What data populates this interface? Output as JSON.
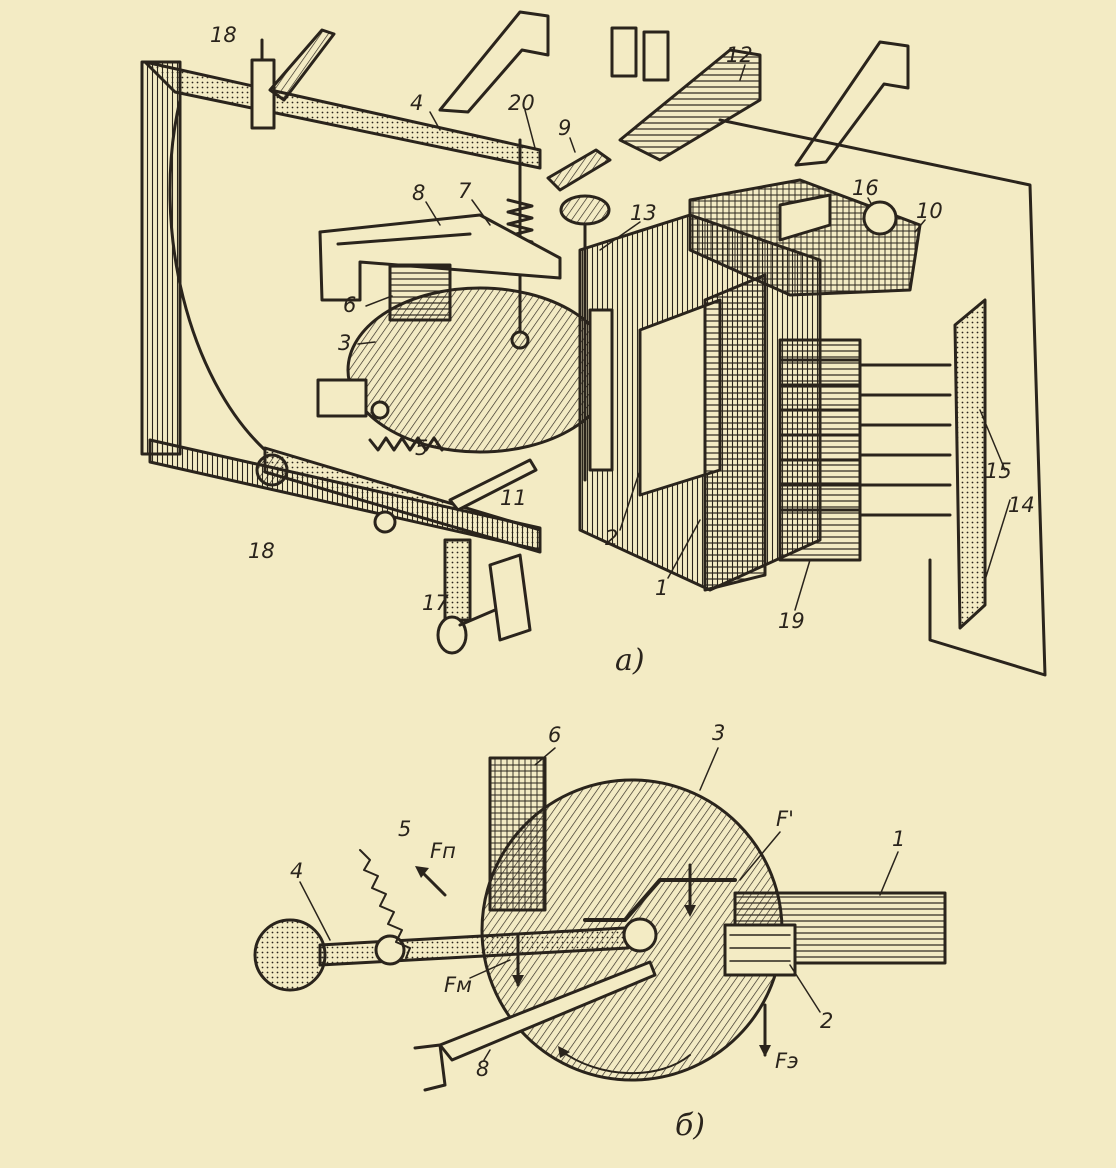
{
  "figure_a": {
    "caption": "а)",
    "labels": [
      "18",
      "4",
      "20",
      "9",
      "12",
      "8",
      "7",
      "13",
      "16",
      "10",
      "6",
      "3",
      "5",
      "11",
      "2",
      "1",
      "19",
      "15",
      "14",
      "17",
      "18"
    ]
  },
  "figure_b": {
    "caption": "б)",
    "labels": [
      "6",
      "3",
      "5",
      "Fп",
      "F'",
      "1",
      "4",
      "Fм",
      "2",
      "8",
      "Fэ"
    ]
  },
  "colors": {
    "paper": "#f3ebc4",
    "ink": "#2a241c"
  }
}
